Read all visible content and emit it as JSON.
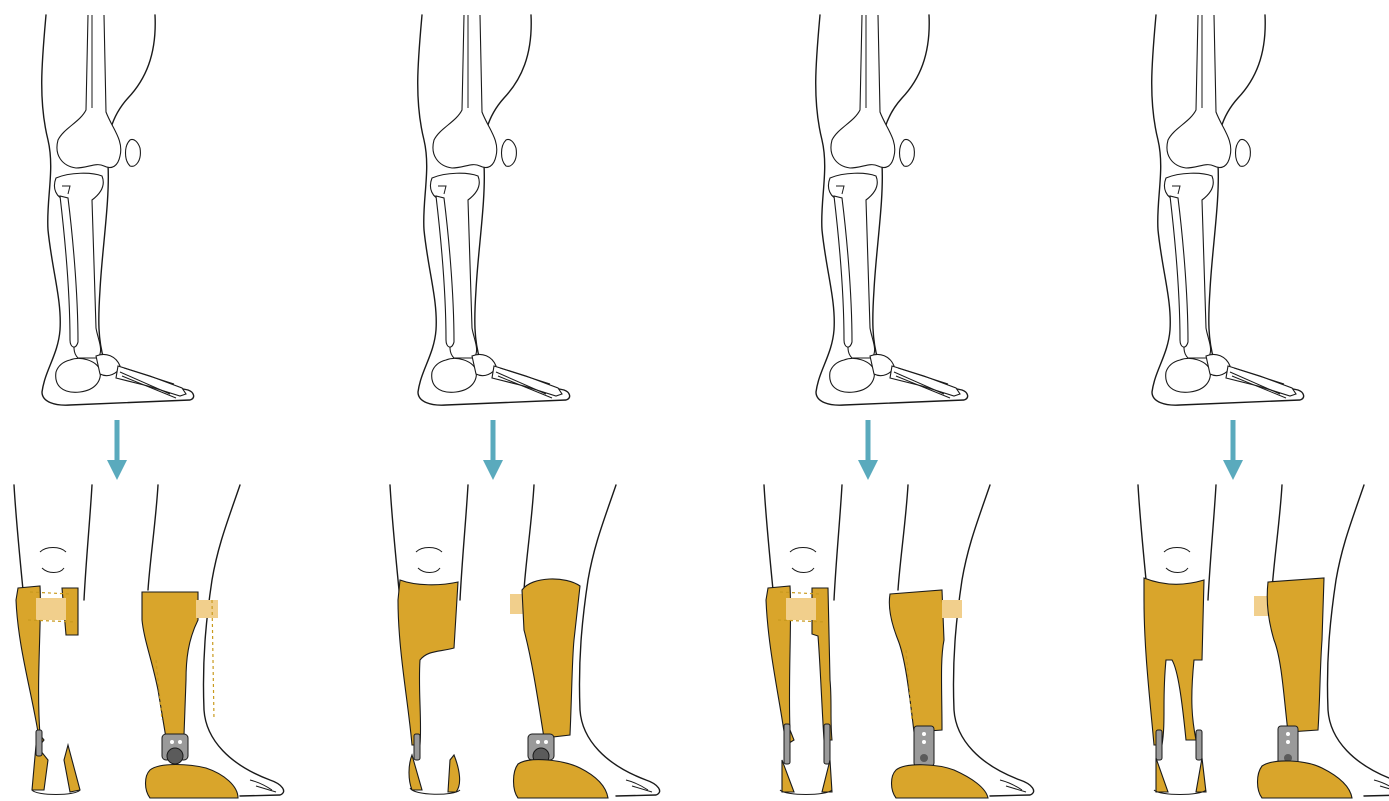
{
  "colors": {
    "orthosis": "#d9a52b",
    "orthosis_dark": "#b8861c",
    "strap": "#f1cf8c",
    "arrow": "#5aaabd",
    "joint_metal": "#9a9a9a",
    "joint_dark": "#5b5b5b",
    "outline": "#1a1a1a"
  },
  "panels": [
    {
      "style": "posterior-leaf",
      "joint_type": "round",
      "split_shell": true
    },
    {
      "style": "anterior-shell",
      "joint_type": "round",
      "split_shell": false
    },
    {
      "style": "posterior-leaf",
      "joint_type": "bar",
      "split_shell": true
    },
    {
      "style": "anterior-shell",
      "joint_type": "bar",
      "split_shell": false
    }
  ]
}
